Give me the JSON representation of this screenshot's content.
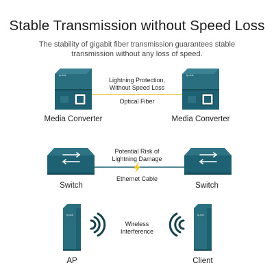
{
  "header": {
    "title": "Stable Transmission without Speed Loss",
    "subtitle": "The stability of gigabit fiber transmission guarantees stable transmission without any loss of speed."
  },
  "fiber_row": {
    "left_label": "Media Converter",
    "right_label": "Media Converter",
    "note_line1": "Lightning Protection,",
    "note_line2": "Without Speed Loss",
    "link_label": "Optical Fiber",
    "brand": "tp-link",
    "line_color": "#e8c84a"
  },
  "ethernet_row": {
    "left_label": "Switch",
    "right_label": "Switch",
    "note_line1": "Potential Risk of",
    "note_line2": "Lightning Damage",
    "link_label": "Ethernet Cable",
    "line_color": "#1b5f70",
    "icon": "lightning-bolt-icon"
  },
  "wireless_row": {
    "left_label": "AP",
    "right_label": "Client",
    "note_line1": "Wireless",
    "note_line2": "Interference",
    "brand": "tp-link",
    "icon": "wireless-signal-icon"
  },
  "colors": {
    "device_teal": "#1e6172",
    "device_dark": "#164b58",
    "accent_yellow": "#f4c21f"
  }
}
